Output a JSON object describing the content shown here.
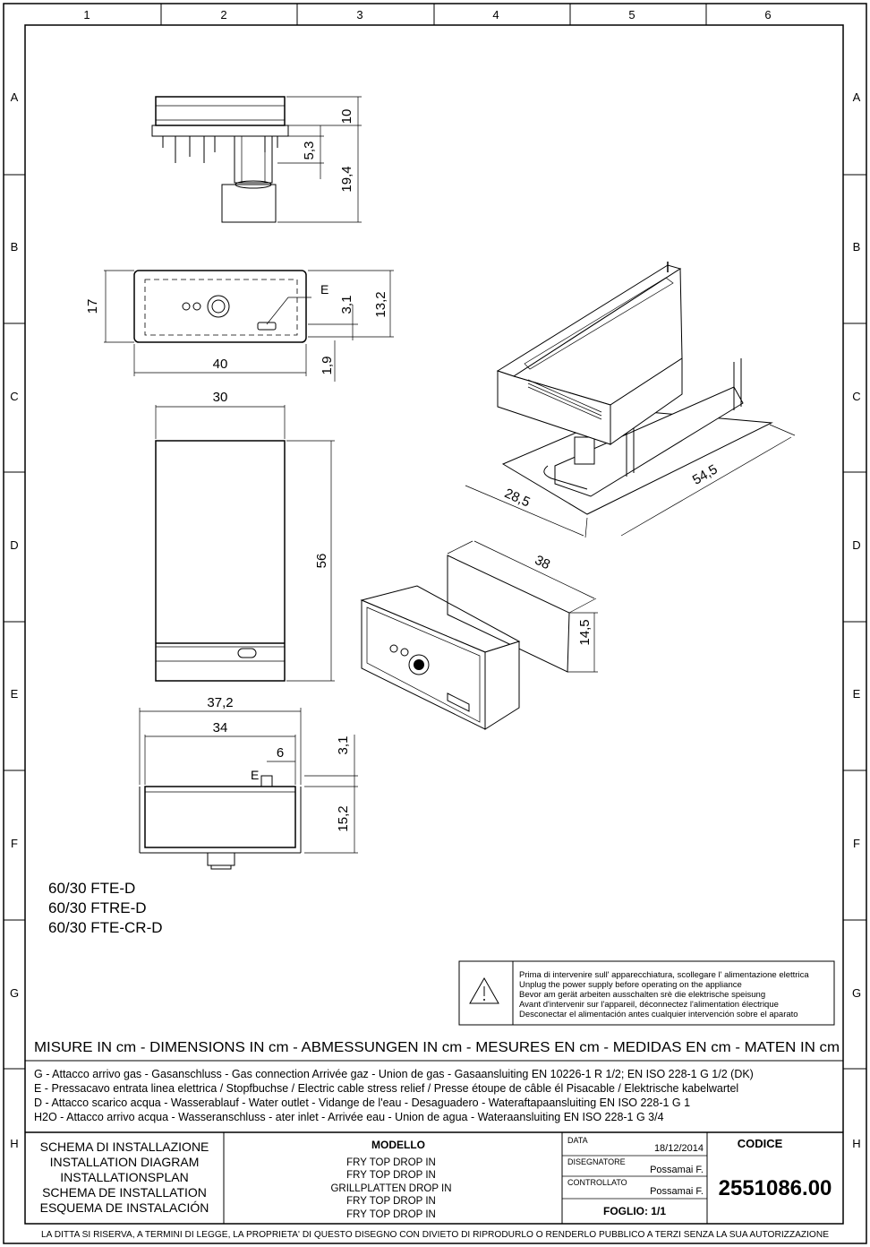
{
  "frame": {
    "columns": [
      "1",
      "2",
      "3",
      "4",
      "5",
      "6"
    ],
    "rows": [
      "A",
      "B",
      "C",
      "D",
      "E",
      "F",
      "G",
      "H"
    ]
  },
  "dimensions": {
    "top_view": {
      "d10": "10",
      "d53": "5,3",
      "d194": "19,4"
    },
    "front_panel": {
      "d17": "17",
      "d40": "40",
      "d31": "3,1",
      "d132": "13,2",
      "d19": "1,9",
      "label_e": "E"
    },
    "plan": {
      "d30": "30",
      "d56": "56"
    },
    "side": {
      "d372": "37,2",
      "d34": "34",
      "d6": "6",
      "d31": "3,1",
      "d152": "15,2",
      "label_e": "E"
    },
    "iso": {
      "d285": "28,5",
      "d545": "54,5"
    },
    "box": {
      "d38": "38",
      "d145": "14,5"
    }
  },
  "models": [
    "60/30 FTE-D",
    "60/30 FTRE-D",
    "60/30 FTE-CR-D"
  ],
  "warning": {
    "lines": [
      "Prima di intervenire sull' apparecchiatura, scollegare l' alimentazione elettrica",
      "Unplug the power supply before operating on the appliance",
      "Bevor am gerät arbeiten ausschalten srè die elektrische speisung",
      "Avant d'intervenir sur l'appareil, déconnectez l'alimentation électrique",
      "Desconectar el alimentación antes cualquier intervención sobre el aparato"
    ]
  },
  "measures_line": "MISURE IN cm - DIMENSIONS IN cm - ABMESSUNGEN IN cm - MESURES EN cm - MEDIDAS EN cm - MATEN IN cm",
  "legend": [
    "G - Attacco arrivo gas - Gasanschluss - Gas connection Arrivée gaz - Union de gas - Gasaansluiting EN 10226-1 R 1/2; EN ISO 228-1 G 1/2 (DK)",
    "E - Pressacavo entrata linea elettrica / Stopfbuchse / Electric cable stress relief / Presse étoupe de câble él Pisacable / Elektrische kabelwartel",
    "D - Attacco scarico acqua  - Wasserablauf - Water outlet - Vidange de l'eau - Desaguadero - Wateraftapaansluiting  EN ISO 228-1 G 1",
    "H2O - Attacco arrivo acqua - Wasseranschluss - ater inlet - Arrivée eau - Union de agua - Wateraansluiting   EN ISO 228-1 G 3/4"
  ],
  "title_block": {
    "schema": [
      "SCHEMA DI INSTALLAZIONE",
      "INSTALLATION DIAGRAM",
      "INSTALLATIONSPLAN",
      "SCHEMA DE INSTALLATION",
      "ESQUEMA DE INSTALACIÓN"
    ],
    "modello_label": "MODELLO",
    "modello": [
      "FRY TOP DROP IN",
      "FRY TOP DROP IN",
      "GRILLPLATTEN DROP IN",
      "FRY TOP DROP IN",
      "FRY TOP DROP IN"
    ],
    "data_label": "DATA",
    "data": "18/12/2014",
    "disegnatore_label": "DISEGNATORE",
    "disegnatore": "Possamai F.",
    "controllato_label": "CONTROLLATO",
    "controllato": "Possamai F.",
    "foglio": "FOGLIO: 1/1",
    "codice_label": "CODICE",
    "codice": "2551086.00"
  },
  "footer": "LA DITTA SI RISERVA, A TERMINI DI LEGGE, LA PROPRIETA' DI QUESTO DISEGNO CON DIVIETO DI RIPRODURLO O RENDERLO PUBBLICO A TERZI SENZA LA SUA AUTORIZZAZIONE"
}
